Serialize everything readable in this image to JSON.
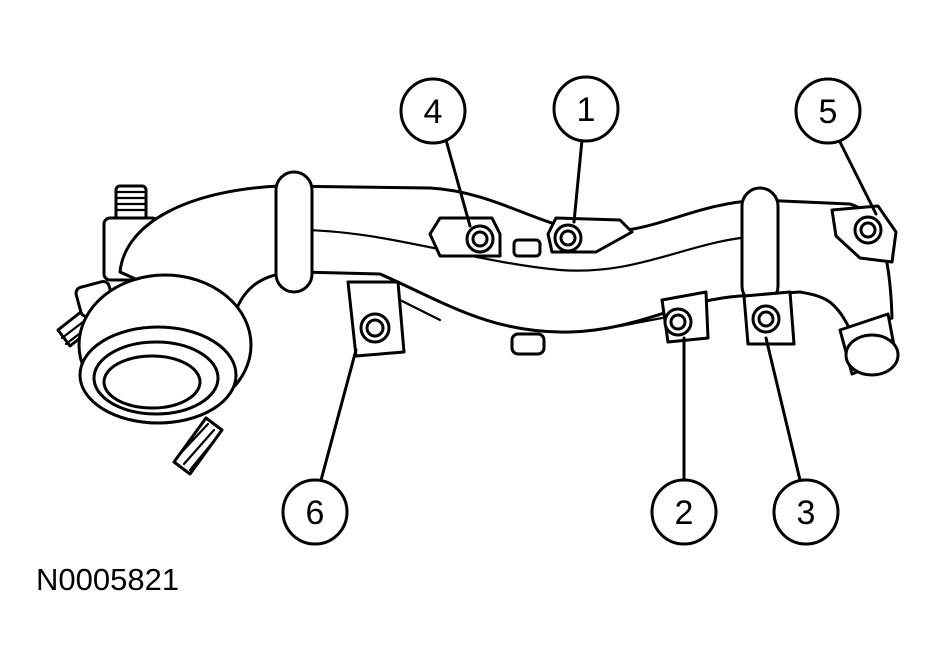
{
  "diagram": {
    "reference_code": "N0005821",
    "colors": {
      "line": "#000000",
      "background": "#ffffff"
    },
    "callouts": [
      {
        "id": "callout-1",
        "label": "1"
      },
      {
        "id": "callout-2",
        "label": "2"
      },
      {
        "id": "callout-3",
        "label": "3"
      },
      {
        "id": "callout-4",
        "label": "4"
      },
      {
        "id": "callout-5",
        "label": "5"
      },
      {
        "id": "callout-6",
        "label": "6"
      }
    ]
  }
}
